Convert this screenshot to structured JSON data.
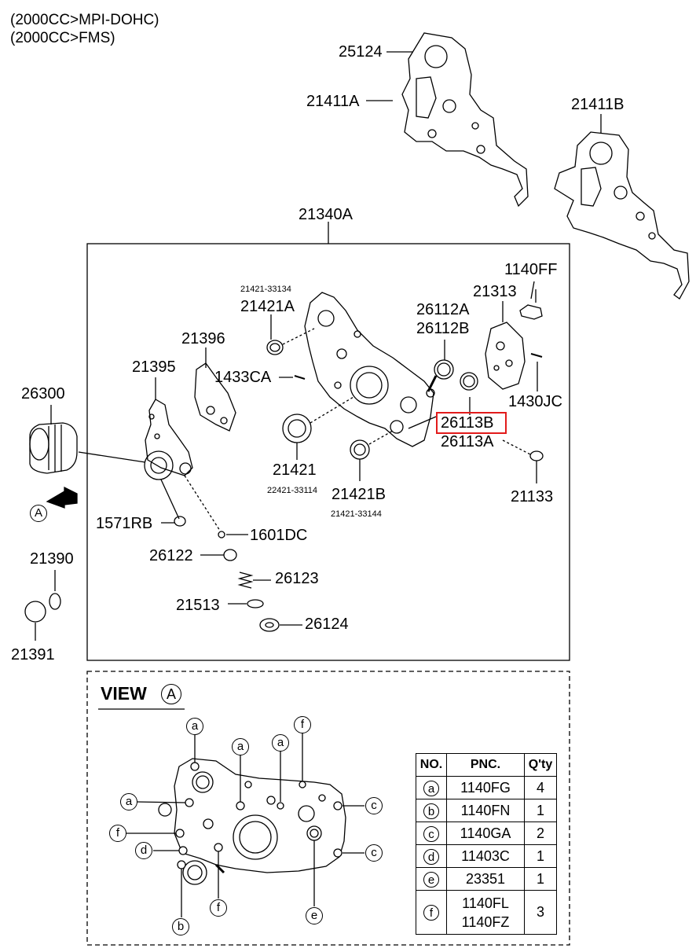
{
  "header": {
    "line1": "(2000CC>MPI-DOHC)",
    "line2": "(2000CC>FMS)"
  },
  "labels": {
    "p25124": "25124",
    "p21411A": "21411A",
    "p21411B": "21411B",
    "p21340A": "21340A",
    "p1140FF": "1140FF",
    "p21313": "21313",
    "p21421_33134": "21421-33134",
    "p21421A": "21421A",
    "p26112A": "26112A",
    "p26112B": "26112B",
    "p21396": "21396",
    "p21395": "21395",
    "p1433CA": "1433CA",
    "p1430JC": "1430JC",
    "p26300": "26300",
    "p26113B": "26113B",
    "p26113A": "26113A",
    "p21421": "21421",
    "p22421_33114": "22421-33114",
    "p21421B": "21421B",
    "p21421_33144": "21421-33144",
    "p21133": "21133",
    "p1571RB": "1571RB",
    "p1601DC": "1601DC",
    "p26122": "26122",
    "p26123": "26123",
    "p21390": "21390",
    "p21513": "21513",
    "p26124": "26124",
    "p21391": "21391",
    "view_ref": "A"
  },
  "view": {
    "title": "VIEW",
    "ref": "A",
    "markers": [
      "a",
      "a",
      "a",
      "f",
      "a",
      "c",
      "f",
      "d",
      "c",
      "f",
      "b",
      "e"
    ]
  },
  "table": {
    "headers": [
      "NO.",
      "PNC.",
      "Q'ty"
    ],
    "rows": [
      {
        "no": "a",
        "pnc": "1140FG",
        "qty": "4"
      },
      {
        "no": "b",
        "pnc": "1140FN",
        "qty": "1"
      },
      {
        "no": "c",
        "pnc": "1140GA",
        "qty": "2"
      },
      {
        "no": "d",
        "pnc": "11403C",
        "qty": "1"
      },
      {
        "no": "e",
        "pnc": "23351",
        "qty": "1"
      },
      {
        "no": "f",
        "pnc": "1140FL",
        "pnc2": "1140FZ",
        "qty": "3"
      }
    ]
  },
  "colors": {
    "highlight": "#e21b1b",
    "line": "#000000"
  }
}
